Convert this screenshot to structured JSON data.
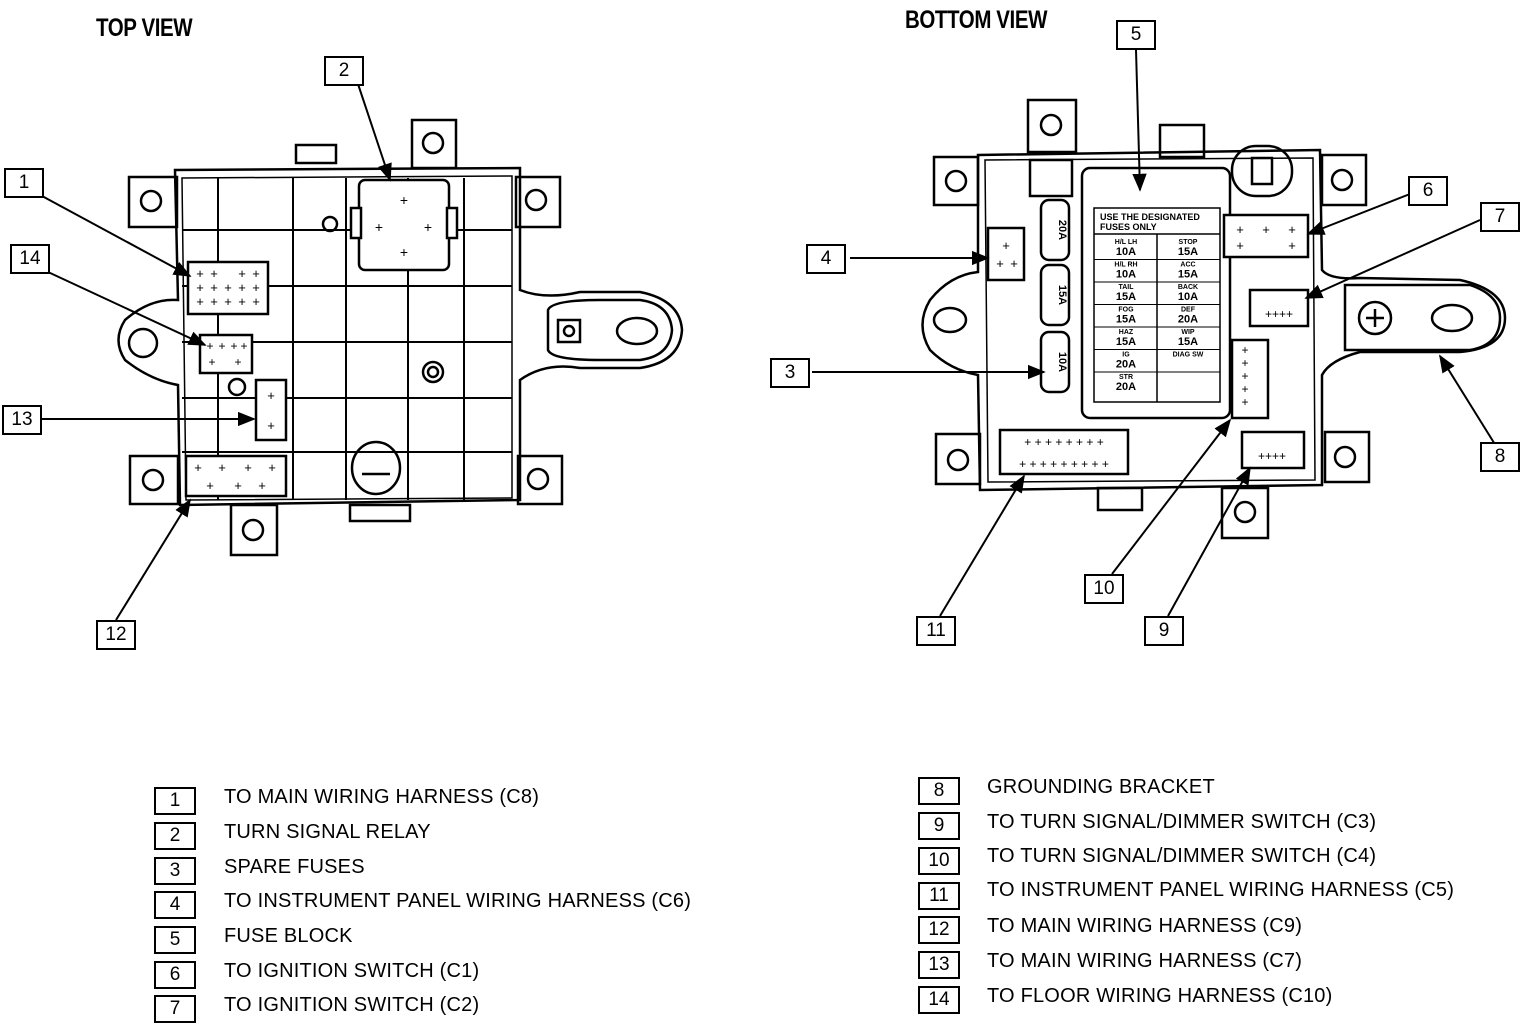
{
  "views": {
    "top_title": "TOP VIEW",
    "bottom_title": "BOTTOM VIEW"
  },
  "fuse_block_label": {
    "header_line1": "USE THE DESIGNATED",
    "header_line2": "FUSES ONLY",
    "spare_fuses": [
      "20A",
      "15A",
      "10A"
    ],
    "rows": [
      {
        "left_name": "H/L LH",
        "left_value": "10A",
        "right_name": "STOP",
        "right_value": "15A"
      },
      {
        "left_name": "H/L RH",
        "left_value": "10A",
        "right_name": "ACC",
        "right_value": "15A"
      },
      {
        "left_name": "TAIL",
        "left_value": "15A",
        "right_name": "BACK",
        "right_value": "10A"
      },
      {
        "left_name": "FOG",
        "left_value": "15A",
        "right_name": "DEF",
        "right_value": "20A"
      },
      {
        "left_name": "HAZ",
        "left_value": "15A",
        "right_name": "WIP",
        "right_value": "15A"
      },
      {
        "left_name": "IG",
        "left_value": "20A",
        "right_name": "DIAG SW",
        "right_value": ""
      },
      {
        "left_name": "STR",
        "left_value": "20A",
        "right_name": "",
        "right_value": ""
      }
    ]
  },
  "callouts": [
    "1",
    "2",
    "3",
    "4",
    "5",
    "6",
    "7",
    "8",
    "9",
    "10",
    "11",
    "12",
    "13",
    "14"
  ],
  "legend": [
    {
      "number": "1",
      "text": "TO MAIN WIRING HARNESS (C8)"
    },
    {
      "number": "2",
      "text": "TURN SIGNAL RELAY"
    },
    {
      "number": "3",
      "text": "SPARE FUSES"
    },
    {
      "number": "4",
      "text": "TO INSTRUMENT PANEL WIRING HARNESS (C6)"
    },
    {
      "number": "5",
      "text": "FUSE BLOCK"
    },
    {
      "number": "6",
      "text": "TO IGNITION SWITCH (C1)"
    },
    {
      "number": "7",
      "text": "TO IGNITION SWITCH (C2)"
    },
    {
      "number": "8",
      "text": "GROUNDING BRACKET"
    },
    {
      "number": "9",
      "text": "TO TURN SIGNAL/DIMMER SWITCH (C3)"
    },
    {
      "number": "10",
      "text": "TO TURN SIGNAL/DIMMER SWITCH (C4)"
    },
    {
      "number": "11",
      "text": "TO INSTRUMENT PANEL WIRING HARNESS (C5)"
    },
    {
      "number": "12",
      "text": "TO MAIN WIRING HARNESS (C9)"
    },
    {
      "number": "13",
      "text": "TO MAIN WIRING HARNESS (C7)"
    },
    {
      "number": "14",
      "text": "TO FLOOR WIRING HARNESS (C10)"
    }
  ]
}
